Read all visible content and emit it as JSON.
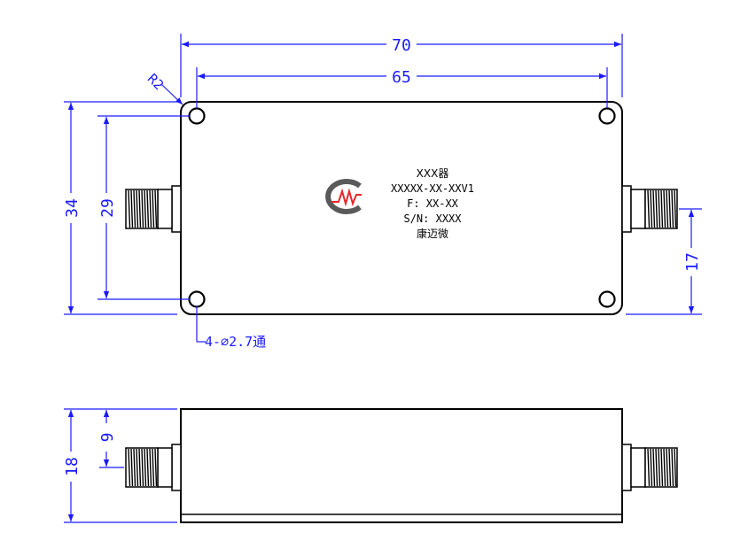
{
  "dimensions": {
    "overall_length": "70",
    "hole_spacing_x": "65",
    "overall_height": "34",
    "hole_spacing_y": "29",
    "connector_offset": "17",
    "side_height": "18",
    "side_connector_offset": "9",
    "corner_radius": "R2",
    "hole_spec": "4-⌀2.7通"
  },
  "nameplate": {
    "product": "XXX器",
    "model": "XXXXX-XX-XXV1",
    "frequency": "F: XX-XX",
    "serial": "S/N: XXXX",
    "brand": "康迈微"
  },
  "colors": {
    "dimension_line": "#1a1aff",
    "outline": "#000000",
    "logo_red": "#e8262a",
    "logo_gray": "#5a5a5a"
  },
  "icons": {
    "logo": "company-logo-icon",
    "connector": "sma-connector-icon",
    "mounting_hole": "mounting-hole-icon"
  }
}
